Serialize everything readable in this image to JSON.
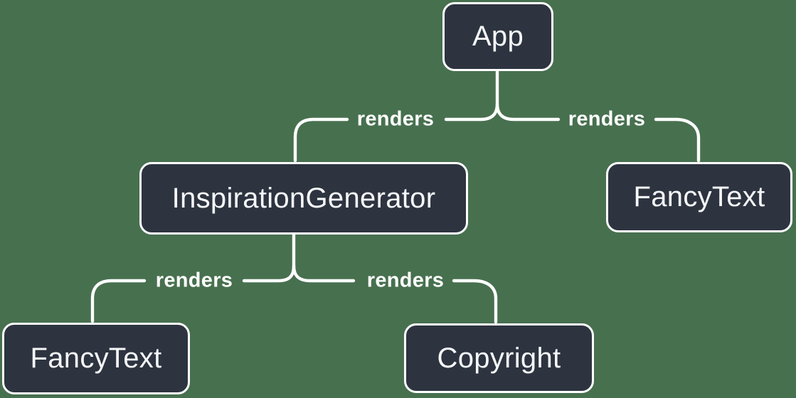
{
  "diagram": {
    "colors": {
      "background": "#47704f",
      "node_fill": "#2d3440",
      "node_border": "#ffffff",
      "node_text": "#f6f7f9",
      "edge_line": "#ffffff",
      "edge_label_text": "#ffffff"
    },
    "nodes": [
      {
        "id": "app",
        "label": "App"
      },
      {
        "id": "inspiration-generator",
        "label": "InspirationGenerator"
      },
      {
        "id": "fancy-text-right",
        "label": "FancyText"
      },
      {
        "id": "fancy-text-left",
        "label": "FancyText"
      },
      {
        "id": "copyright",
        "label": "Copyright"
      }
    ],
    "edges": [
      {
        "from": "app",
        "to": "inspiration-generator",
        "label": "renders"
      },
      {
        "from": "app",
        "to": "fancy-text-right",
        "label": "renders"
      },
      {
        "from": "inspiration-generator",
        "to": "fancy-text-left",
        "label": "renders"
      },
      {
        "from": "inspiration-generator",
        "to": "copyright",
        "label": "renders"
      }
    ]
  }
}
